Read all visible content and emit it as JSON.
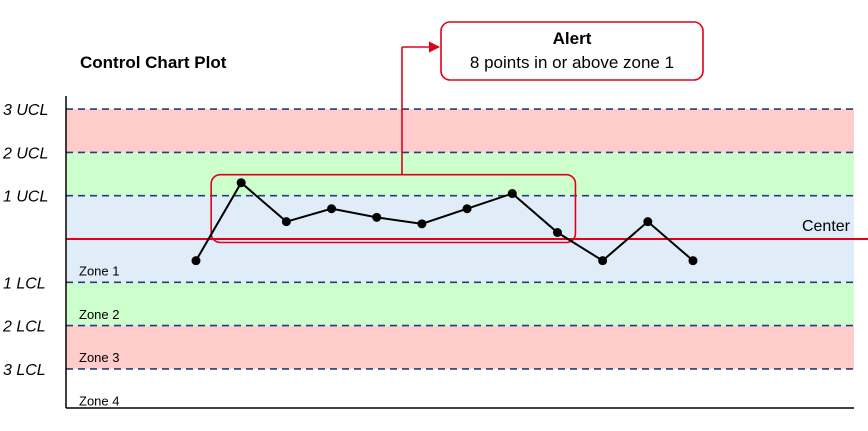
{
  "chart_data": {
    "type": "line",
    "title": "Control Chart Plot",
    "xlabel": "",
    "ylabel": "",
    "ylim": [
      -3.6,
      3.3
    ],
    "control_limits": [
      {
        "label": "3 UCL",
        "value": 3
      },
      {
        "label": "2 UCL",
        "value": 2
      },
      {
        "label": "1 UCL",
        "value": 1
      },
      {
        "label": "Center",
        "value": 0
      },
      {
        "label": "1 LCL",
        "value": -1
      },
      {
        "label": "2 LCL",
        "value": -2
      },
      {
        "label": "3 LCL",
        "value": -3
      }
    ],
    "zones": [
      {
        "label": "Zone 1"
      },
      {
        "label": "Zone 2"
      },
      {
        "label": "Zone 3"
      },
      {
        "label": "Zone 4"
      }
    ],
    "series": [
      {
        "x": [
          1,
          2,
          3,
          4,
          5,
          6,
          7,
          8,
          9,
          10,
          11,
          12
        ],
        "values": [
          -0.5,
          1.3,
          0.4,
          0.7,
          0.5,
          0.35,
          0.7,
          1.05,
          0.15,
          -0.5,
          0.4,
          -0.5
        ]
      }
    ],
    "alert": {
      "title": "Alert",
      "message": "8 points in or above zone 1",
      "range": [
        2,
        9
      ]
    },
    "colors": {
      "zone_red": "#ffcccc",
      "zone_green": "#ccffcc",
      "zone_blue": "#e0ecf8",
      "limit_line": "#1f3f7f",
      "center_line": "#e0001b",
      "alert": "#e0001b",
      "series": "#000000"
    }
  }
}
